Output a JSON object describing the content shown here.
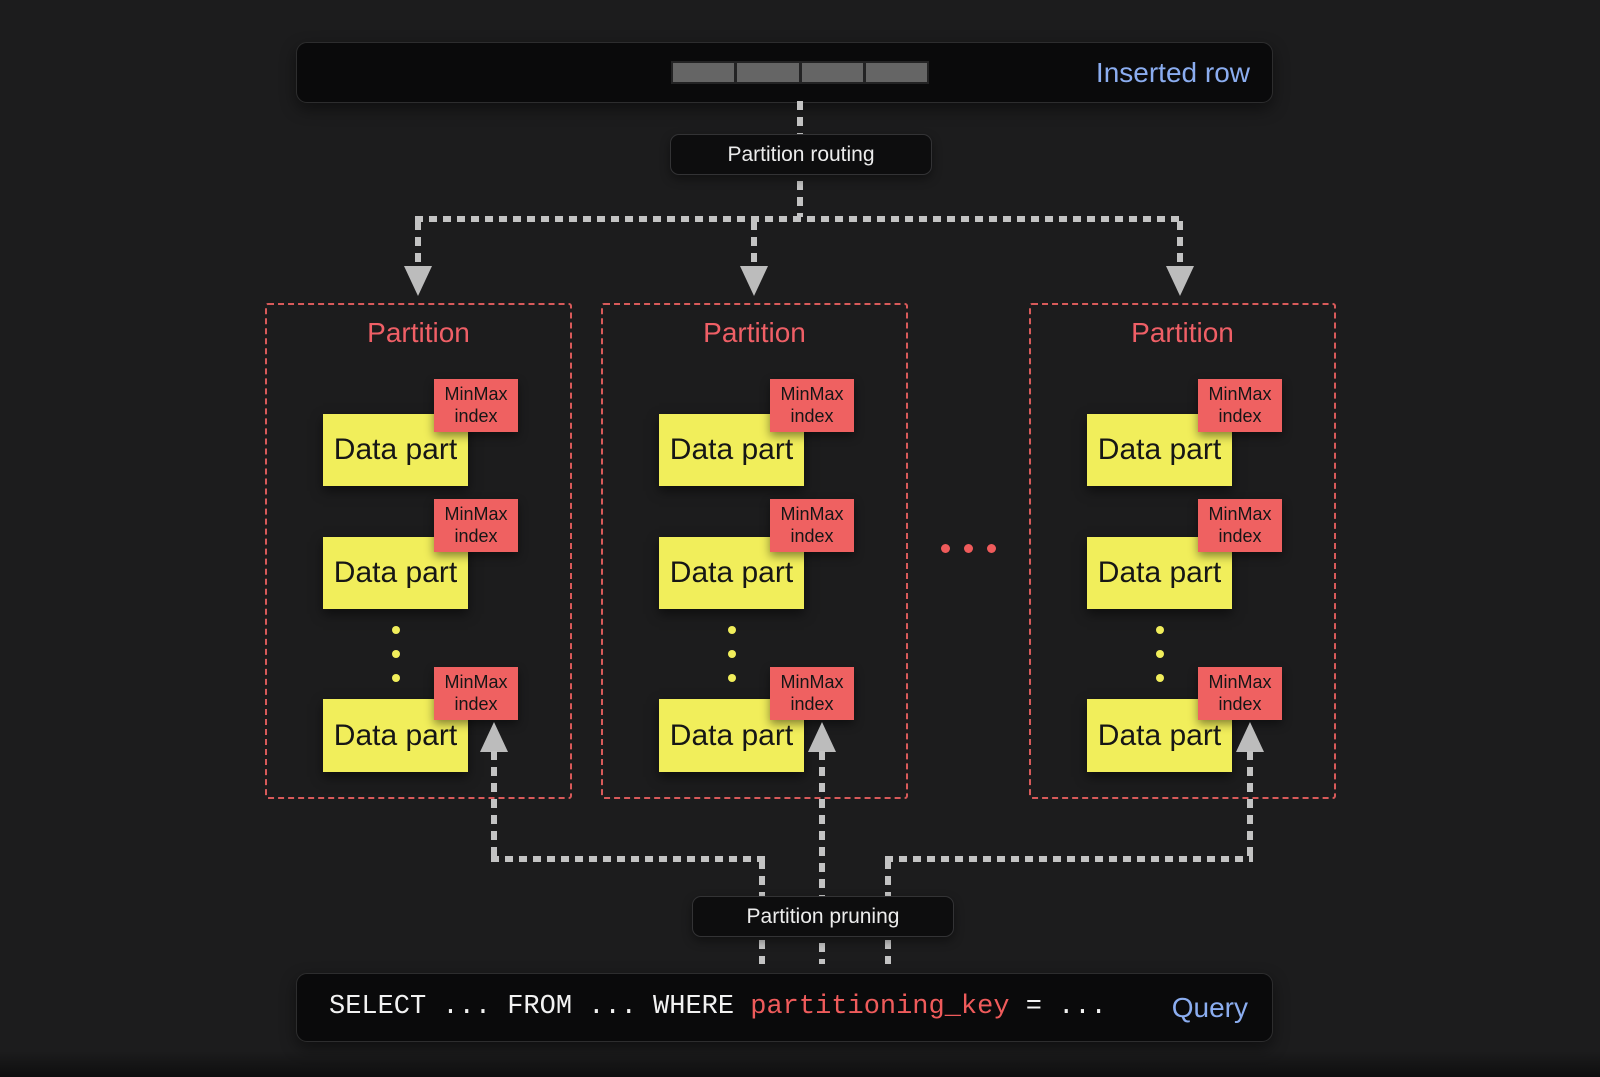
{
  "colors": {
    "background": "#1c1c1d",
    "panel": "#0a0a0b",
    "accent_blue": "#8badf0",
    "accent_coral": "#ef5b5b",
    "partition_border": "#d85a5a",
    "accent_yellow": "#f1ee5c",
    "line_gray": "#c3c3c3",
    "text_light": "#ececec",
    "text_dark": "#161616"
  },
  "inserted_row": {
    "label": "Inserted row",
    "segment_count": 4
  },
  "routing": {
    "label": "Partition routing"
  },
  "partitions": [
    {
      "title": "Partition"
    },
    {
      "title": "Partition"
    },
    {
      "title": "Partition"
    }
  ],
  "labels": {
    "data_part": "Data part",
    "minmax_line1": "MinMax",
    "minmax_line2": "index"
  },
  "pruning": {
    "label": "Partition pruning"
  },
  "query": {
    "sql_before_key": "SELECT ... FROM ... WHERE ",
    "sql_key": "partitioning_key",
    "sql_after_key": " = ...",
    "label": "Query"
  }
}
